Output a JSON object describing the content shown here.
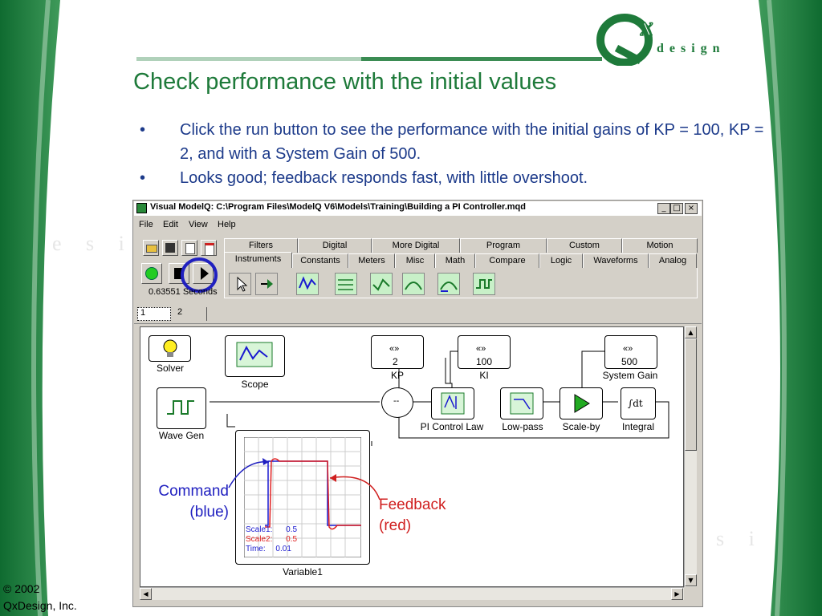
{
  "slide": {
    "title": "Check performance with the initial values",
    "bullets": [
      {
        "mark": "•",
        "text": "Click the run button to see the performance with the initial gains of KP = 100, KP = 2, and with a System Gain of 500."
      },
      {
        "mark": "•",
        "text": "Looks good; feedback responds fast, with little overshoot."
      }
    ],
    "logo_text": "design",
    "copyright_line1": "© 2002",
    "copyright_line2": "QxDesign, Inc.",
    "colors": {
      "title": "#1e7a3a",
      "bullets": "#1c3a8a",
      "band": "#1e7a3a"
    }
  },
  "window": {
    "title": "Visual ModelQ:  C:\\Program Files\\ModelQ V6\\Models\\Training\\Building a PI Controller.mqd",
    "menu": [
      "File",
      "Edit",
      "View",
      "Help"
    ],
    "run_time": "0.63551 Seconds",
    "tabs_row1": [
      "Filters",
      "Digital",
      "More Digital",
      "Program",
      "Custom",
      "Motion"
    ],
    "tabs_row2": [
      "Instruments",
      "Constants",
      "Meters",
      "Misc",
      "Math",
      "Compare",
      "Logic",
      "Waveforms",
      "Analog"
    ],
    "active_tab": "Instruments",
    "sheet_tabs": [
      "1",
      "2"
    ],
    "blocks": {
      "solver": "Solver",
      "scope": "Scope",
      "kp_label": "KP",
      "kp_value": "2",
      "ki_label": "KI",
      "ki_value": "100",
      "sysgain_label": "System Gain",
      "sysgain_value": "500",
      "wavegen": "Wave Gen",
      "pi": "PI Control Law",
      "lowpass": "Low-pass",
      "scaleby": "Scale-by",
      "integral": "Integral",
      "variable": "Variable1",
      "sum_sign": "--",
      "const_glyph": "«»",
      "integral_glyph": "∫dt"
    },
    "scope_readout": {
      "scale1_label": "Scale1:",
      "scale1": "0.5",
      "scale2_label": "Scale2:",
      "scale2": "0.5",
      "time_label": "Time:",
      "time": "0.01"
    }
  },
  "callouts": {
    "command_line1": "Command",
    "command_line2": "(blue)",
    "feedback_line1": "Feedback",
    "feedback_line2": "(red)"
  }
}
